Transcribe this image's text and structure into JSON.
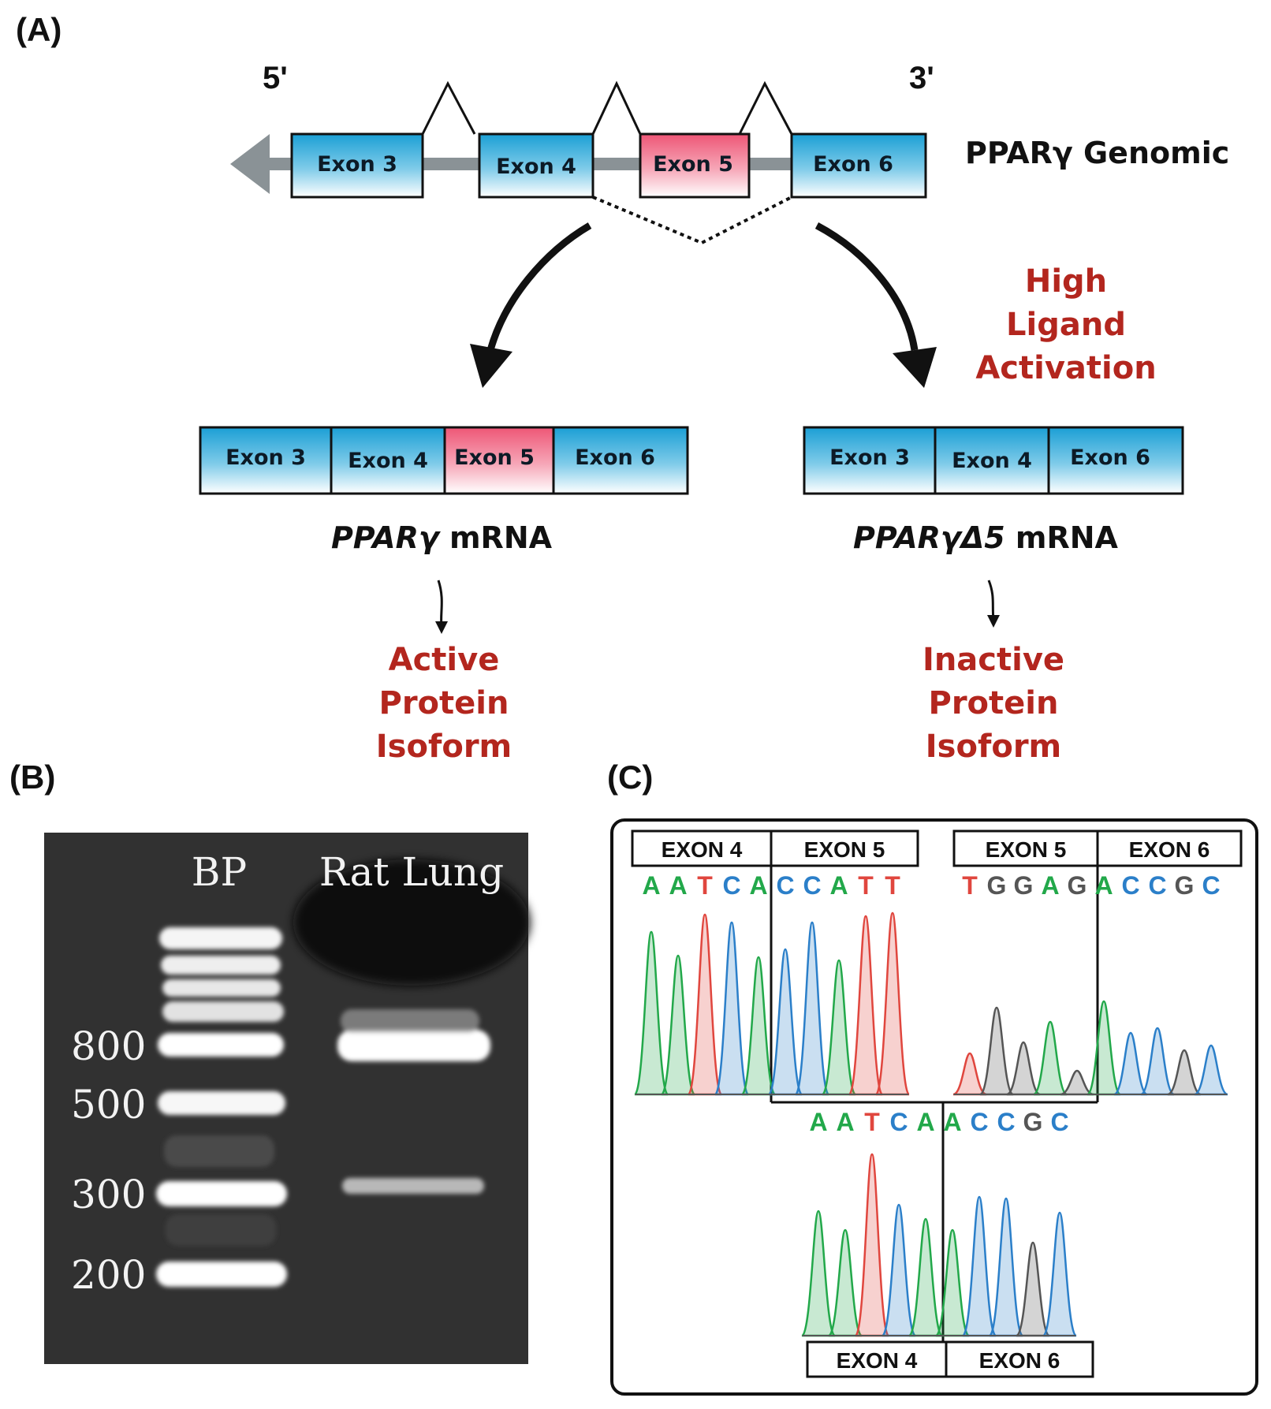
{
  "panel_a": {
    "label": "(A)",
    "five_prime": "5'",
    "three_prime": "3'",
    "genomic_title": "PPARγ Genomic",
    "genomic_exons": [
      "Exon 3",
      "Exon 4",
      "Exon 5",
      "Exon 6"
    ],
    "high_ligand": [
      "High",
      "Ligand",
      "Activation"
    ],
    "mrna_full": {
      "exons": [
        "Exon 3",
        "Exon 4",
        "Exon 5",
        "Exon 6"
      ],
      "label_italic": "PPARγ",
      "label_rest": " mRNA",
      "outcome": [
        "Active",
        "Protein",
        "Isoform"
      ]
    },
    "mrna_delta": {
      "exons": [
        "Exon 3",
        "Exon 4",
        "Exon 6"
      ],
      "label_italic": "PPARγΔ5",
      "label_rest": " mRNA",
      "outcome": [
        "Inactive",
        "Protein",
        "Isoform"
      ]
    },
    "colors": {
      "blue_exon": "#1fa3d6",
      "pink_exon": "#ec5a78",
      "label_red": "#b3261e",
      "line_gray": "#8a9296"
    }
  },
  "panel_b": {
    "label": "(B)",
    "lane_headers": [
      "BP",
      "Rat Lung"
    ],
    "markers": [
      "800",
      "500",
      "300",
      "200"
    ]
  },
  "panel_c": {
    "label": "(C)",
    "left_boxes": [
      "EXON 4",
      "EXON 5"
    ],
    "right_boxes": [
      "EXON 5",
      "EXON 6"
    ],
    "bottom_boxes": [
      "EXON 4",
      "EXON 6"
    ],
    "seq_left": [
      "A",
      "A",
      "T",
      "C",
      "A",
      "C",
      "C",
      "A",
      "T",
      "T"
    ],
    "seq_right": [
      "T",
      "G",
      "G",
      "A",
      "G",
      "A",
      "C",
      "C",
      "G",
      "C"
    ],
    "seq_bottom": [
      "A",
      "A",
      "T",
      "C",
      "A",
      "A",
      "C",
      "C",
      "G",
      "C"
    ],
    "base_colors": {
      "A": "#22a84a",
      "C": "#2b7fc9",
      "G": "#555555",
      "T": "#e0463e"
    }
  }
}
